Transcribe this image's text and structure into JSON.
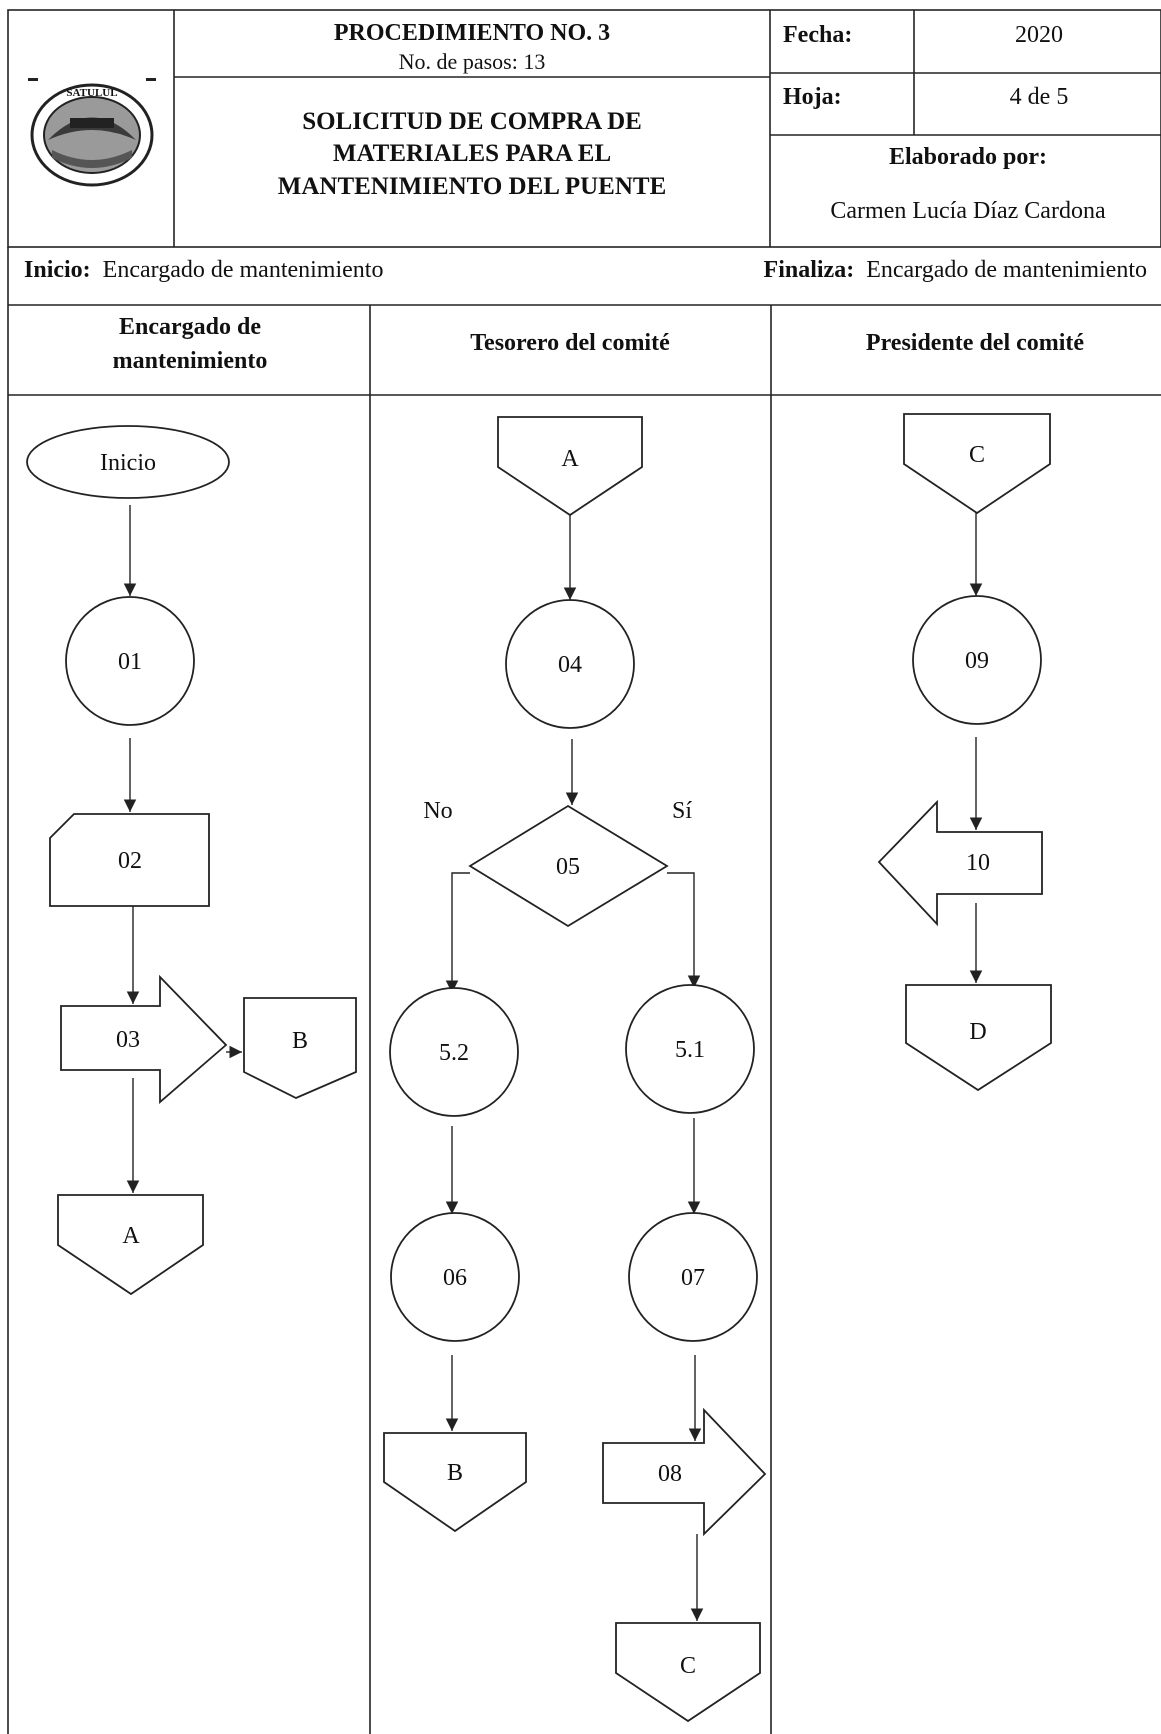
{
  "header": {
    "procedure_title": "PROCEDIMIENTO NO. 3",
    "steps_count": "No. de pasos: 13",
    "subject_line1": "SOLICITUD DE COMPRA DE",
    "subject_line2": "MATERIALES PARA EL",
    "subject_line3": "MANTENIMIENTO DEL PUENTE",
    "date_label": "Fecha:",
    "date_value": "2020",
    "sheet_label": "Hoja:",
    "sheet_value": "4 de 5",
    "author_label": "Elaborado por:",
    "author_name": "Carmen Lucía Díaz Cardona",
    "logo_text": "SATULUL"
  },
  "scope": {
    "start_label": "Inicio:",
    "start_value": "Encargado de mantenimiento",
    "end_label": "Finaliza:",
    "end_value": "Encargado de mantenimiento"
  },
  "lanes": [
    {
      "title_line1": "Encargado de",
      "title_line2": "mantenimiento"
    },
    {
      "title": "Tesorero del comité"
    },
    {
      "title": "Presidente del comité"
    }
  ],
  "flow": {
    "lane1": {
      "start": "Inicio",
      "step1": "01",
      "step2": "02",
      "step3": "03",
      "connector_b": "B",
      "connector_a": "A"
    },
    "lane2": {
      "connector_a": "A",
      "step4": "04",
      "decision": "05",
      "no_label": "No",
      "yes_label": "Sí",
      "step52": "5.2",
      "step51": "5.1",
      "step6": "06",
      "step7": "07",
      "step8": "08",
      "connector_b": "B",
      "connector_c": "C"
    },
    "lane3": {
      "connector_c": "C",
      "step9": "09",
      "step10": "10",
      "connector_d": "D"
    }
  }
}
